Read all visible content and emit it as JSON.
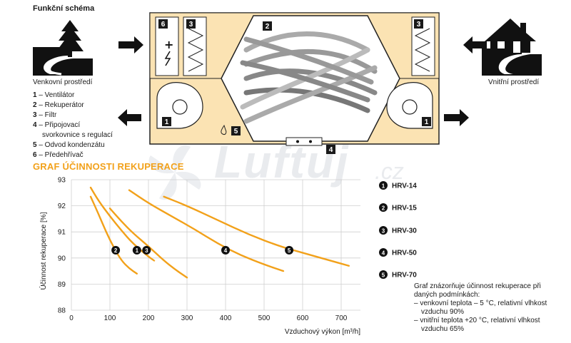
{
  "schema": {
    "title": "Funkční schéma",
    "outside_label": "Venkovní prostředí",
    "inside_label": "Vnitřní prostředí",
    "badges": {
      "fan_left": "1",
      "fan_right": "1",
      "recuperator": "2",
      "filter_left": "3",
      "filter_right": "3",
      "terminal": "4",
      "drain": "5",
      "preheater": "6"
    },
    "legend": [
      {
        "num": "1",
        "text": " – Ventilátor"
      },
      {
        "num": "2",
        "text": " – Rekuperátor"
      },
      {
        "num": "3",
        "text": " – Filtr"
      },
      {
        "num": "4",
        "text": " – Připojovací"
      },
      {
        "num": "",
        "text": "svorkovnice s regulací"
      },
      {
        "num": "5",
        "text": " – Odvod kondenzátu"
      },
      {
        "num": "6",
        "text": " – Předehřívač"
      }
    ],
    "colors": {
      "housing": "#fbe3b3",
      "badge": "#1a1a1a",
      "accent": "#f2a11a"
    }
  },
  "watermark": {
    "main": "Luftuj",
    "tld": ".cz"
  },
  "chart": {
    "title": "GRAF ÚČINNOSTI REKUPERACE",
    "note": [
      "Graf znázorňuje účinnost rekuperace při",
      "daných podmínkách:",
      "– venkovní teplota – 5 °C, relativní vlhkost",
      "  vzduchu 90%",
      "– vnitřní teplota +20 °C, relativní vlhkost",
      "  vzduchu 65%"
    ]
  },
  "chart_data": {
    "type": "line",
    "xlabel": "Vzduchový výkon [m³/h]",
    "ylabel": "Účinnost rekuperace [%]",
    "xlim": [
      0,
      750
    ],
    "ylim": [
      88,
      93
    ],
    "xticks": [
      "0",
      "100",
      "200",
      "300",
      "400",
      "500",
      "600",
      "700"
    ],
    "yticks": [
      "88",
      "89",
      "90",
      "91",
      "92",
      "93"
    ],
    "grid": true,
    "color": "#f2a11a",
    "series": [
      {
        "name": "HRV-14",
        "badge": "1",
        "marker": [
          170,
          90.3
        ],
        "points": [
          [
            50,
            92.7
          ],
          [
            70,
            92.2
          ],
          [
            100,
            91.6
          ],
          [
            130,
            91.05
          ],
          [
            160,
            90.55
          ],
          [
            200,
            90.05
          ],
          [
            215,
            89.9
          ]
        ]
      },
      {
        "name": "HRV-15",
        "badge": "2",
        "marker": [
          115,
          90.3
        ],
        "points": [
          [
            50,
            92.35
          ],
          [
            70,
            91.7
          ],
          [
            90,
            91.0
          ],
          [
            110,
            90.4
          ],
          [
            130,
            89.9
          ],
          [
            150,
            89.6
          ],
          [
            170,
            89.4
          ]
        ]
      },
      {
        "name": "HRV-30",
        "badge": "3",
        "marker": [
          195,
          90.3
        ],
        "points": [
          [
            100,
            91.9
          ],
          [
            130,
            91.4
          ],
          [
            160,
            90.95
          ],
          [
            200,
            90.45
          ],
          [
            240,
            89.9
          ],
          [
            270,
            89.55
          ],
          [
            300,
            89.25
          ]
        ]
      },
      {
        "name": "HRV-50",
        "badge": "4",
        "marker": [
          400,
          90.3
        ],
        "points": [
          [
            150,
            92.6
          ],
          [
            200,
            92.1
          ],
          [
            260,
            91.6
          ],
          [
            320,
            91.1
          ],
          [
            380,
            90.55
          ],
          [
            440,
            90.1
          ],
          [
            500,
            89.75
          ],
          [
            550,
            89.5
          ]
        ]
      },
      {
        "name": "HRV-70",
        "badge": "5",
        "marker": [
          565,
          90.3
        ],
        "points": [
          [
            240,
            92.35
          ],
          [
            300,
            92.0
          ],
          [
            380,
            91.45
          ],
          [
            460,
            90.9
          ],
          [
            540,
            90.45
          ],
          [
            600,
            90.2
          ],
          [
            660,
            89.95
          ],
          [
            720,
            89.7
          ]
        ]
      }
    ]
  }
}
